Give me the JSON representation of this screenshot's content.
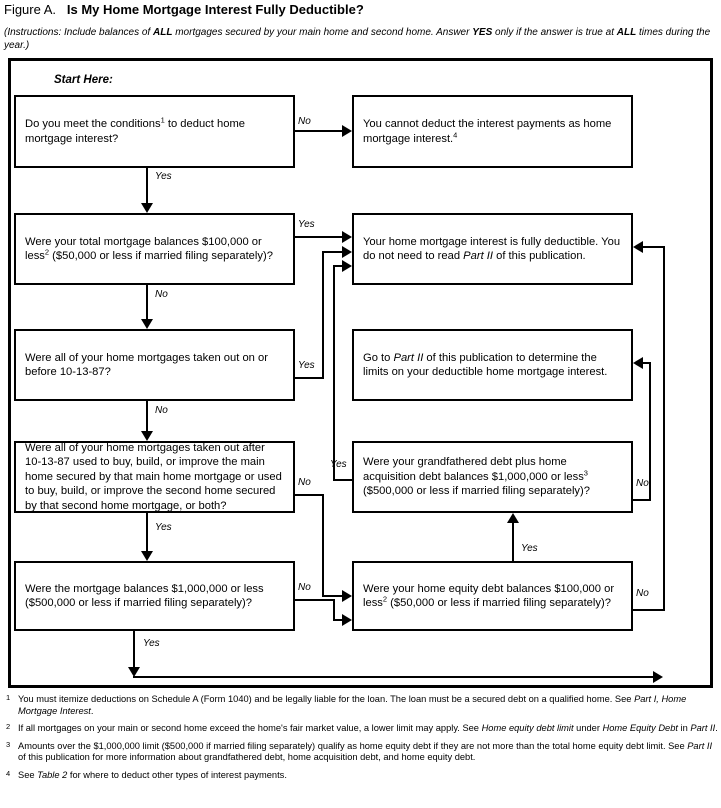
{
  "header": {
    "figure_label": "Figure A.",
    "title": "Is My Home Mortgage Interest Fully Deductible?",
    "instructions_line1_a": "(Instructions: Include balances of ",
    "instructions_all1": "ALL",
    "instructions_line1_b": " mortgages secured by your main home and second home. Answer ",
    "instructions_yes": "YES",
    "instructions_line1_c": " only if the answer is true at ",
    "instructions_all2": "ALL",
    "instructions_line2": "times during the year.)"
  },
  "chart": {
    "start_label": "Start Here:",
    "nodes": {
      "q1": {
        "text_a": "Do you meet the conditions",
        "sup": "1",
        "text_b": " to deduct home mortgage interest?"
      },
      "q2": {
        "text_a": "Were your total mortgage balances $100,000 or less",
        "sup": "2",
        "text_b": " ($50,000 or less if married filing separately)?"
      },
      "q3": {
        "text": "Were all of your home mortgages taken out on or before 10-13-87?"
      },
      "q4": {
        "text": "Were all of your home mortgages taken out after 10-13-87 used to buy, build, or improve the main home secured by that main home mortgage or used to buy, build, or improve the second home secured by that second home mortgage, or both?"
      },
      "q5": {
        "text": "Were the mortgage balances $1,000,000 or less ($500,000 or less if married filing separately)?"
      },
      "q6": {
        "text_a": "Were your grandfathered debt plus home acquisition debt balances $1,000,000 or less",
        "sup": "3",
        "text_b": " ($500,000 or less if married filing separately)?"
      },
      "q7": {
        "text_a": "Were your home equity debt balances $100,000 or less",
        "sup": "2",
        "text_b": " ($50,000 or less if married filing separately)?"
      },
      "r_nodeduct": {
        "text_a": "You cannot deduct the interest payments as home mortgage interest.",
        "sup": "4"
      },
      "r_fully": {
        "text_a": "Your home mortgage interest is fully deductible. You do not need to read ",
        "em": "Part II",
        "text_b": " of this publication."
      },
      "r_partii": {
        "text_a": "Go to ",
        "em": "Part II",
        "text_b": " of this publication to determine the limits on your deductible home mortgage interest."
      }
    },
    "edge_labels": {
      "q1_no": "No",
      "q1_yes": "Yes",
      "q2_yes": "Yes",
      "q2_no": "No",
      "q3_yes": "Yes",
      "q3_no": "No",
      "q4_no": "No",
      "q4_yes": "Yes",
      "q5_no": "No",
      "q5_yes": "Yes",
      "q6_no": "No",
      "q6_yes": "Yes",
      "q7_no": "No"
    }
  },
  "footnotes": [
    {
      "marker": "1",
      "p1": "You must itemize deductions on Schedule A (Form 1040) and be legally liable for the loan. The loan must be a secured debt on a qualified home. See ",
      "em1": "Part I, Home Mortgage Interest",
      "p2": "."
    },
    {
      "marker": "2",
      "p1": "If all mortgages on your main or second home exceed the home's fair market value, a lower limit may apply. See ",
      "em1": "Home equity debt limit",
      "p2": " under ",
      "em2": "Home Equity Debt",
      "p3": " in ",
      "em3": "Part II",
      "p4": "."
    },
    {
      "marker": "3",
      "p1": "Amounts over the $1,000,000 limit ($500,000 if married filing separately) qualify as home equity debt if they are not more than the total home equity debt limit. See ",
      "em1": "Part II",
      "p2": " of this publication for more information about grandfathered debt, home acquisition debt, and home equity debt."
    },
    {
      "marker": "4",
      "p1": "See ",
      "em1": "Table 2",
      "p2": " for where to deduct other types of interest payments."
    }
  ],
  "colors": {
    "ink": "#000000",
    "paper": "#ffffff"
  }
}
